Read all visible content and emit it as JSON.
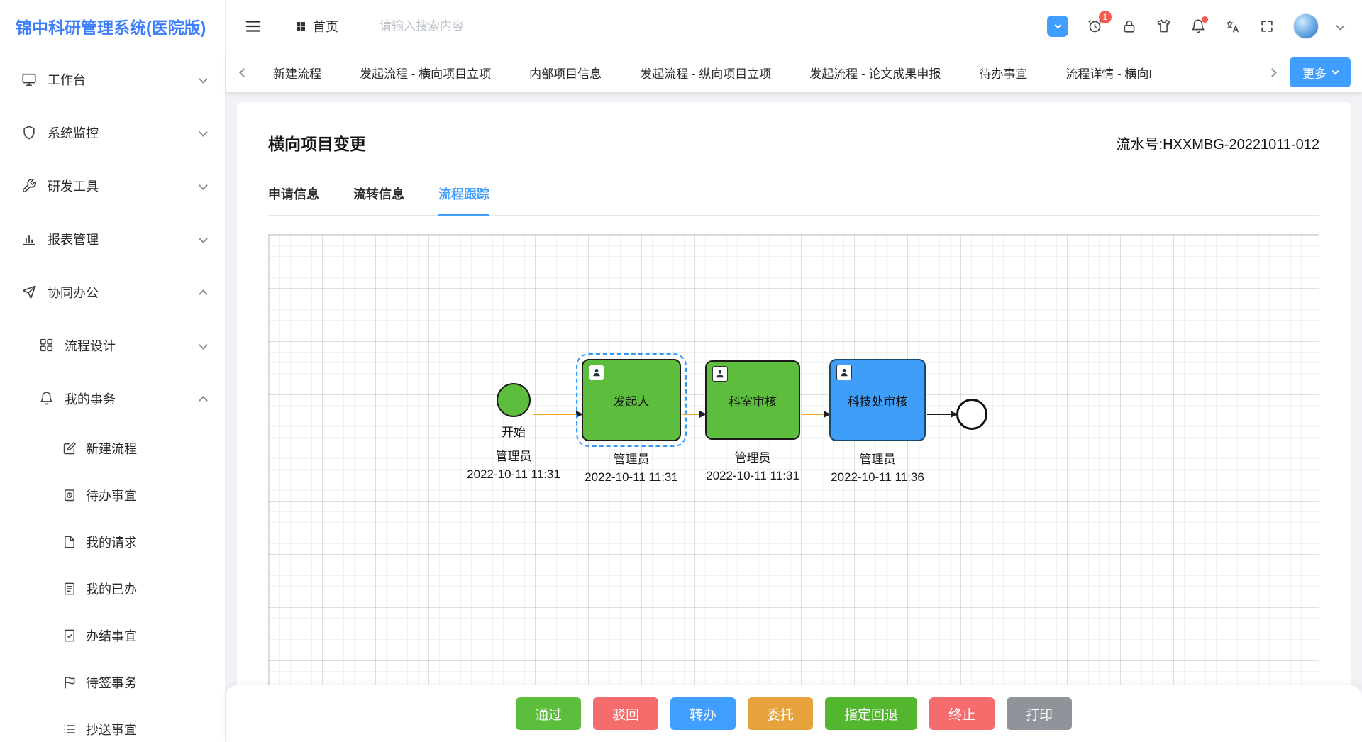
{
  "app": {
    "title": "锦中科研管理系统(医院版)"
  },
  "theme": {
    "primary": "#409EFF",
    "logo_blue": "#3D7EFF",
    "node_green": "#5CBE3C",
    "node_blue": "#3F9EF7",
    "arrow_orange": "#F5A623",
    "badge_red": "#F55A4E",
    "bg_gray": "#F0F2F5"
  },
  "sidebar": {
    "sections": [
      {
        "label": "工作台",
        "icon": "monitor-icon"
      },
      {
        "label": "系统监控",
        "icon": "shield-icon"
      },
      {
        "label": "研发工具",
        "icon": "tool-icon"
      },
      {
        "label": "报表管理",
        "icon": "chart-icon"
      },
      {
        "label": "协同办公",
        "icon": "send-icon",
        "expanded": true
      }
    ],
    "sub": [
      {
        "label": "流程设计",
        "icon": "grid-icon"
      },
      {
        "label": "我的事务",
        "icon": "bell-icon",
        "expanded": true
      }
    ],
    "leaves": [
      {
        "label": "新建流程"
      },
      {
        "label": "待办事宜"
      },
      {
        "label": "我的请求"
      },
      {
        "label": "我的已办"
      },
      {
        "label": "办结事宜"
      },
      {
        "label": "待签事务"
      },
      {
        "label": "抄送事宜"
      }
    ]
  },
  "header": {
    "home_label": "首页",
    "search_placeholder": "请输入搜索内容",
    "alarm_badge": "1"
  },
  "tabbar": {
    "tabs": [
      "新建流程",
      "发起流程 - 横向项目立项",
      "内部项目信息",
      "发起流程 - 纵向项目立项",
      "发起流程 - 论文成果申报",
      "待办事宜",
      "流程详情 - 横向I"
    ],
    "active_index": 6,
    "more_label": "更多"
  },
  "page": {
    "title": "横向项目变更",
    "serial": "流水号:HXXMBG-20221011-012",
    "tabs": [
      "申请信息",
      "流转信息",
      "流程跟踪"
    ],
    "active_tab_index": 2
  },
  "flow": {
    "nodes": [
      {
        "type": "start",
        "label": "开始",
        "user": "管理员",
        "time": "2022-10-11 11:31",
        "status": "done"
      },
      {
        "type": "task",
        "label": "发起人",
        "user": "管理员",
        "time": "2022-10-11 11:31",
        "status": "done",
        "selected": true
      },
      {
        "type": "task",
        "label": "科室审核",
        "user": "管理员",
        "time": "2022-10-11 11:31",
        "status": "done"
      },
      {
        "type": "task",
        "label": "科技处审核",
        "user": "管理员",
        "time": "2022-10-11 11:36",
        "status": "active"
      },
      {
        "type": "end"
      }
    ]
  },
  "actions": [
    {
      "label": "通过",
      "color": "#5CBE3C"
    },
    {
      "label": "驳回",
      "color": "#F56C6C"
    },
    {
      "label": "转办",
      "color": "#409EFF"
    },
    {
      "label": "委托",
      "color": "#E6A23C"
    },
    {
      "label": "指定回退",
      "color": "#52B62E"
    },
    {
      "label": "终止",
      "color": "#F56C6C"
    },
    {
      "label": "打印",
      "color": "#909399"
    }
  ],
  "icons": {
    "hamburger-menu-icon": "≡",
    "apps-grid-icon": "▦",
    "alarm-icon": "⏰",
    "lock-icon": "🔒",
    "theme-skin-icon": "👕",
    "notification-bell-icon": "🔔",
    "language-icon": "文A",
    "fullscreen-icon": "⛶",
    "chevron-down-icon": "∨",
    "chevron-up-icon": "∧",
    "monitor-icon": "🖥",
    "shield-icon": "🛡",
    "tool-icon": "🔧",
    "chart-icon": "📊",
    "send-icon": "➤",
    "grid-icon": "⊞",
    "bell-icon": "🔔",
    "person-icon": "👤"
  }
}
